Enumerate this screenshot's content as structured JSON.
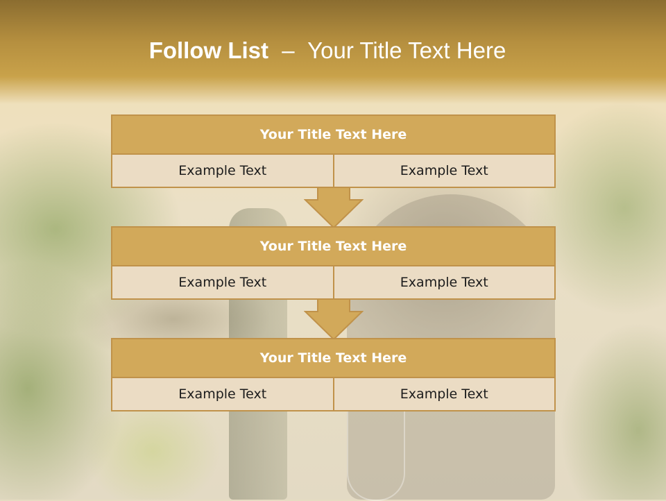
{
  "slide": {
    "title_bold": "Follow List",
    "title_sep": "–",
    "title_rest": "Your Title Text Here"
  },
  "blocks": [
    {
      "title": "Your Title Text Here",
      "cells": [
        "Example Text",
        "Example Text"
      ]
    },
    {
      "title": "Your Title Text Here",
      "cells": [
        "Example Text",
        "Example Text"
      ]
    },
    {
      "title": "Your Title Text Here",
      "cells": [
        "Example Text",
        "Example Text"
      ]
    }
  ],
  "colors": {
    "header_band": "#b58f3f",
    "block_title": "#d2a95a",
    "block_cell": "#ebdcc4",
    "border": "#c0924a"
  },
  "icons": [
    "down-arrow-icon"
  ]
}
